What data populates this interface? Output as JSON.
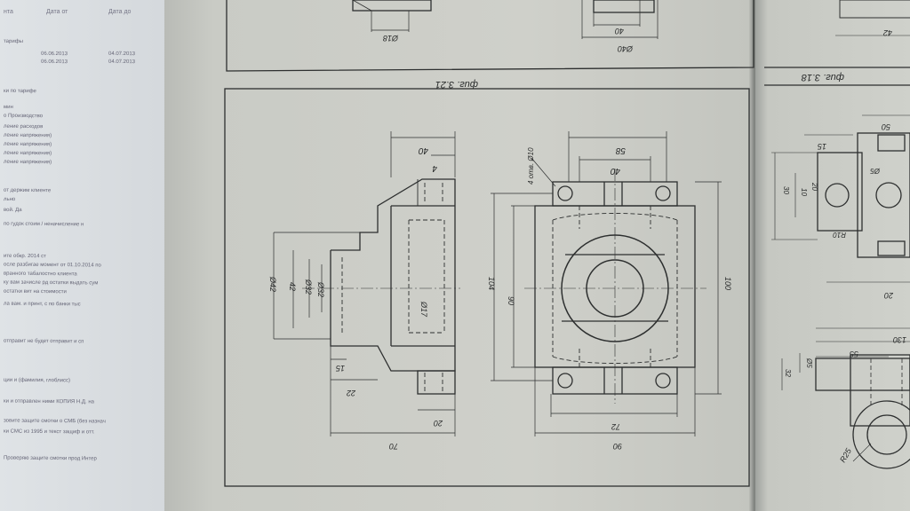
{
  "left_sheet": {
    "columns": [
      "Дата от",
      "Дата до"
    ],
    "dates": [
      {
        "from": "06.06.2013",
        "to": "04.07.2013"
      },
      {
        "from": "06.06.2013",
        "to": "04.07.2013"
      }
    ],
    "lines": [
      "тарифы",
      "ки по тарифе",
      "мин",
      "о Производство",
      "ление расходов",
      "ление напряжения)",
      "ление напряжения)",
      "ление напряжения)",
      "ление напряжения)",
      "от держим клиенте",
      "льно",
      "вой. Да",
      "по гудок стоим / неначисление н",
      "ите обкр. 2014 ст",
      "осле разбигае момент от 01.10.2014 по",
      "вранного табалостно клиента",
      "ку вам зачисле рд остатки выдать сум",
      "остатки вит на стоимости",
      "ла вам. и принт, с по банки тыс",
      "отправит не будет отправит и сп",
      "ции и (фамилия, глоблисс)",
      "ки и отправлен ними КОПИЯ Н.Д. на",
      "зовите защите смотки о СМБ (без назнач",
      "ки СМС из 1995 и текст защиф и отт.",
      "Проверяю защите смотки прод Интер"
    ]
  },
  "figures": {
    "top_caption": "фиг. 3.21",
    "right_caption": "фиг. 3.18",
    "top_dims": [
      "Ø18",
      "40",
      "Ø40",
      "42"
    ]
  },
  "drawing_main": {
    "side_view": {
      "top_dims": [
        "40",
        "4"
      ],
      "vertical_dims": [
        "Ø42",
        "42",
        "Ø32",
        "Ø32",
        "Ø17"
      ],
      "lower_dims": [
        "15",
        "22",
        "20"
      ],
      "overall": "70"
    },
    "front_view": {
      "top_dims": [
        "58",
        "40"
      ],
      "hole_label": "4 отв. Ø10",
      "vertical_dims": [
        "104",
        "90",
        "100"
      ],
      "bottom_dims": [
        "72",
        "90"
      ]
    }
  },
  "drawing_right": {
    "top_dims": [
      "50",
      "15",
      "Ø5",
      "30",
      "10",
      "20",
      "R10",
      "20"
    ],
    "bottom_dims": [
      "130",
      "55",
      "Ø5",
      "32",
      "R25"
    ]
  }
}
